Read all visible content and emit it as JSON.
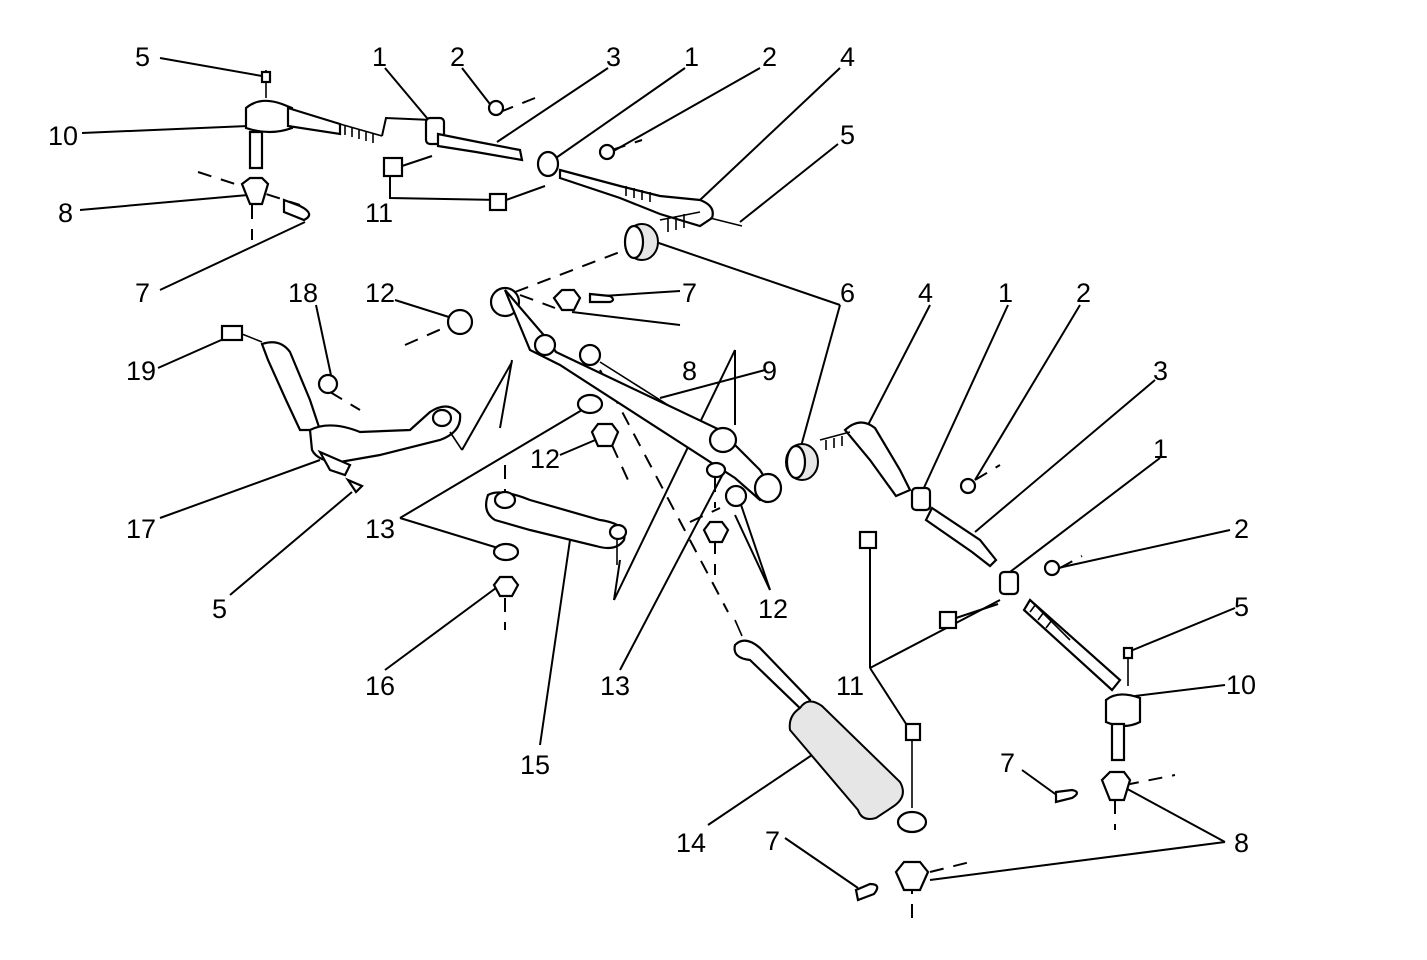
{
  "diagram": {
    "callouts": [
      {
        "id": "c5a",
        "text": "5"
      },
      {
        "id": "c1a",
        "text": "1"
      },
      {
        "id": "c2a",
        "text": "2"
      },
      {
        "id": "c3a",
        "text": "3"
      },
      {
        "id": "c1b",
        "text": "1"
      },
      {
        "id": "c2b",
        "text": "2"
      },
      {
        "id": "c4a",
        "text": "4"
      },
      {
        "id": "c10a",
        "text": "10"
      },
      {
        "id": "c5b",
        "text": "5"
      },
      {
        "id": "c8a",
        "text": "8"
      },
      {
        "id": "c11a",
        "text": "11"
      },
      {
        "id": "c7a",
        "text": "7"
      },
      {
        "id": "c18",
        "text": "18"
      },
      {
        "id": "c12a",
        "text": "12"
      },
      {
        "id": "c7b",
        "text": "7"
      },
      {
        "id": "c6",
        "text": "6"
      },
      {
        "id": "c4b",
        "text": "4"
      },
      {
        "id": "c1c",
        "text": "1"
      },
      {
        "id": "c2c",
        "text": "2"
      },
      {
        "id": "c19",
        "text": "19"
      },
      {
        "id": "c8b",
        "text": "8"
      },
      {
        "id": "c9",
        "text": "9"
      },
      {
        "id": "c3b",
        "text": "3"
      },
      {
        "id": "c12b",
        "text": "12"
      },
      {
        "id": "c1d",
        "text": "1"
      },
      {
        "id": "c17",
        "text": "17"
      },
      {
        "id": "c13a",
        "text": "13"
      },
      {
        "id": "c2d",
        "text": "2"
      },
      {
        "id": "c5c",
        "text": "5"
      },
      {
        "id": "c12c",
        "text": "12"
      },
      {
        "id": "c5d",
        "text": "5"
      },
      {
        "id": "c16",
        "text": "16"
      },
      {
        "id": "c13b",
        "text": "13"
      },
      {
        "id": "c11b",
        "text": "11"
      },
      {
        "id": "c10b",
        "text": "10"
      },
      {
        "id": "c15",
        "text": "15"
      },
      {
        "id": "c7c",
        "text": "7"
      },
      {
        "id": "c14",
        "text": "14"
      },
      {
        "id": "c7d",
        "text": "7"
      },
      {
        "id": "c8c",
        "text": "8"
      }
    ]
  }
}
